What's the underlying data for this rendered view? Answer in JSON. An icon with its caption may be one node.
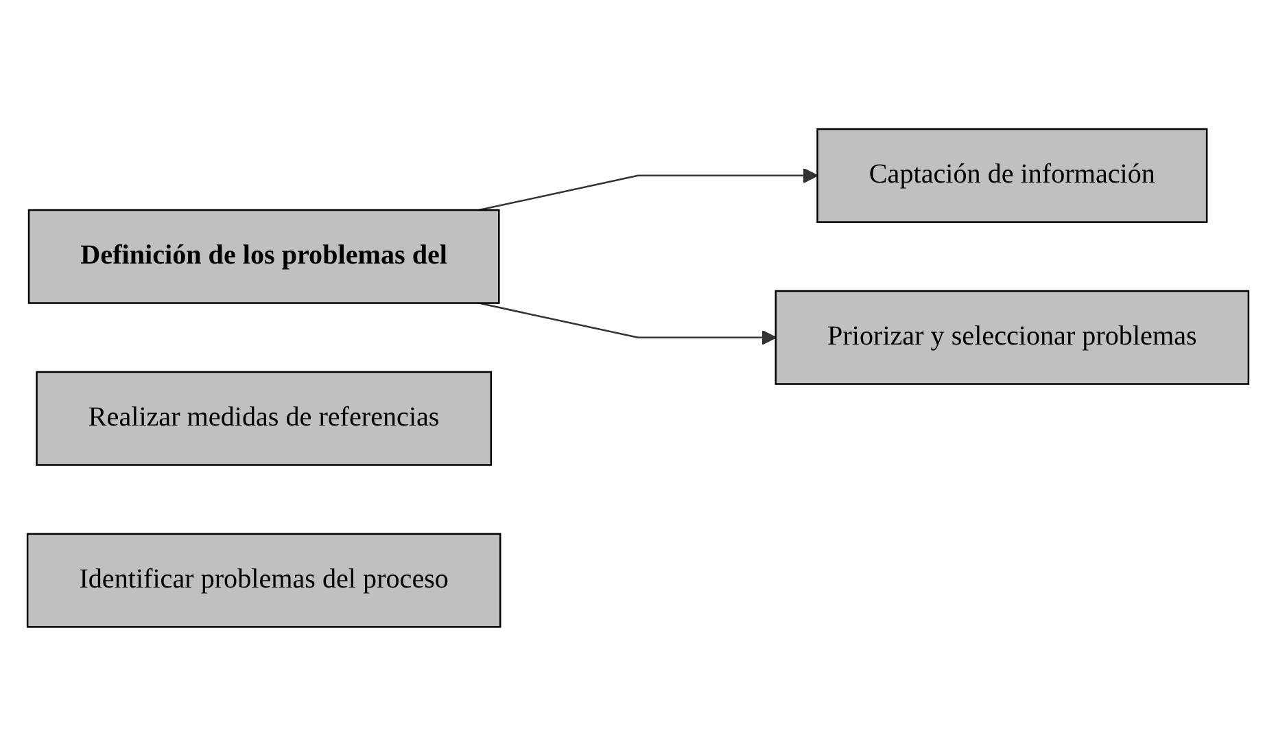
{
  "diagram": {
    "nodes": [
      {
        "text": [
          "Definición de los problemas del"
        ]
      },
      {
        "text": [
          "Captación de información"
        ]
      },
      {
        "text": [
          "Realizar medidas de referencias"
        ]
      },
      {
        "text": [
          "Identificar problemas del proceso"
        ]
      },
      {
        "text": [
          "Priorizar y seleccionar problemas"
        ]
      }
    ],
    "edges": [
      {
        "from": 0,
        "to": 1,
        "arrow": "to"
      },
      {
        "from": 0,
        "to": 4,
        "arrow": "to"
      }
    ]
  }
}
